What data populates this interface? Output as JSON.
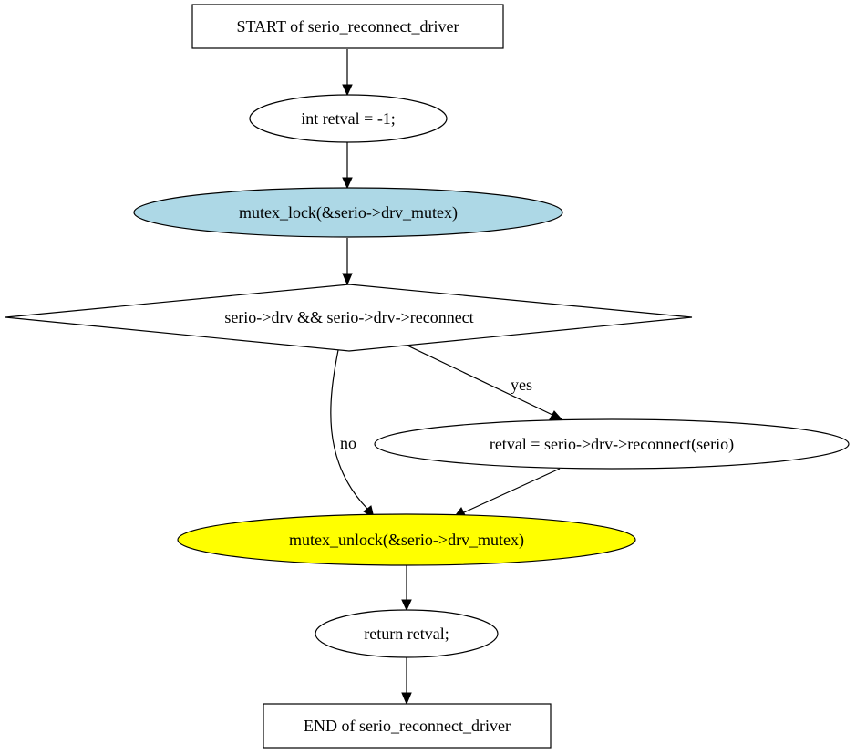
{
  "nodes": {
    "start": {
      "label": "START of serio_reconnect_driver",
      "shape": "box",
      "fill": "#ffffff"
    },
    "init": {
      "label": "int retval = -1;",
      "shape": "ellipse",
      "fill": "#ffffff"
    },
    "lock": {
      "label": "mutex_lock(&serio->drv_mutex)",
      "shape": "ellipse",
      "fill": "#add8e6"
    },
    "cond": {
      "label": "serio->drv && serio->drv->reconnect",
      "shape": "diamond",
      "fill": "#ffffff"
    },
    "call": {
      "label": "retval = serio->drv->reconnect(serio)",
      "shape": "ellipse",
      "fill": "#ffffff"
    },
    "unlock": {
      "label": "mutex_unlock(&serio->drv_mutex)",
      "shape": "ellipse",
      "fill": "#ffff00"
    },
    "ret": {
      "label": "return retval;",
      "shape": "ellipse",
      "fill": "#ffffff"
    },
    "end": {
      "label": "END of serio_reconnect_driver",
      "shape": "box",
      "fill": "#ffffff"
    }
  },
  "edges": [
    {
      "from": "start",
      "to": "init",
      "label": ""
    },
    {
      "from": "init",
      "to": "lock",
      "label": ""
    },
    {
      "from": "lock",
      "to": "cond",
      "label": ""
    },
    {
      "from": "cond",
      "to": "call",
      "label": "yes"
    },
    {
      "from": "cond",
      "to": "unlock",
      "label": "no"
    },
    {
      "from": "call",
      "to": "unlock",
      "label": ""
    },
    {
      "from": "unlock",
      "to": "ret",
      "label": ""
    },
    {
      "from": "ret",
      "to": "end",
      "label": ""
    }
  ]
}
